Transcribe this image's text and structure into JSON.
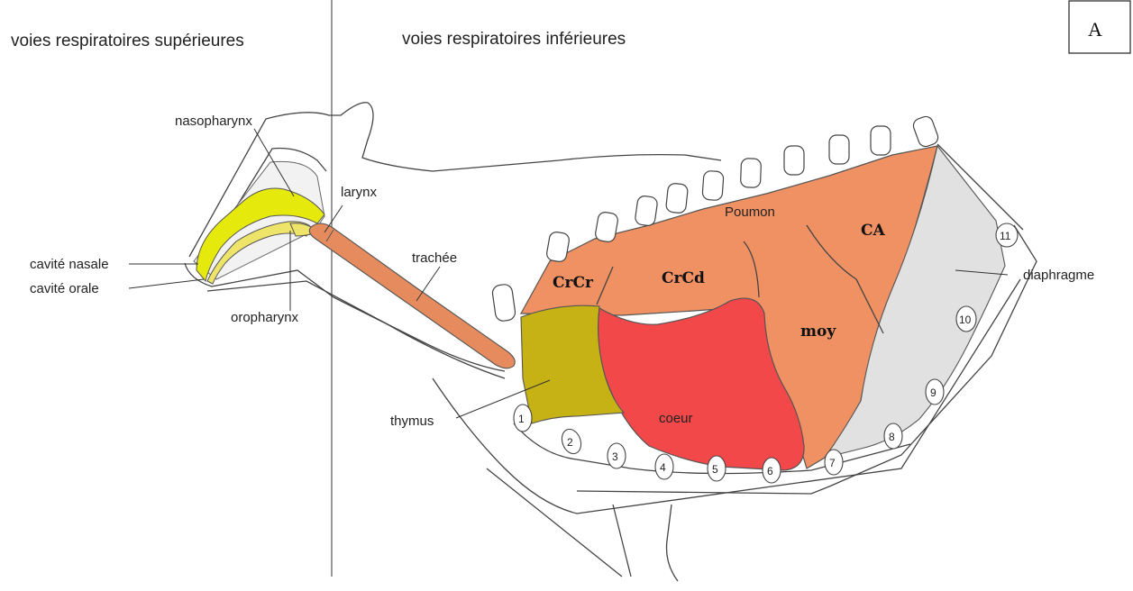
{
  "header": {
    "upper_tract": "voies respiratoires supérieures",
    "lower_tract": "voies respiratoires inférieures",
    "panel_tag": "A"
  },
  "labels": {
    "nasopharynx": "nasopharynx",
    "larynx": "larynx",
    "trachea": "trachée",
    "nasal_cavity": "cavité nasale",
    "oral_cavity": "cavité orale",
    "oropharynx": "oropharynx",
    "thymus": "thymus",
    "heart": "coeur",
    "lung": "Poumon",
    "diaphragm": "diaphragme"
  },
  "lobes": {
    "cranial_cranial": "CrCr",
    "cranial_caudal": "CrCd",
    "caudal": "CA",
    "middle": "moy"
  },
  "ribs": [
    "1",
    "2",
    "3",
    "4",
    "5",
    "6",
    "7",
    "8",
    "9",
    "10",
    "11"
  ],
  "colors": {
    "lung": "#ef9163",
    "heart": "#f2484a",
    "thymus": "#c6b214",
    "diaphragm": "#e1e1e1",
    "nasopharynx": "#e6ea0c",
    "oral": "#eee46a",
    "trachea": "#e58b5e"
  }
}
